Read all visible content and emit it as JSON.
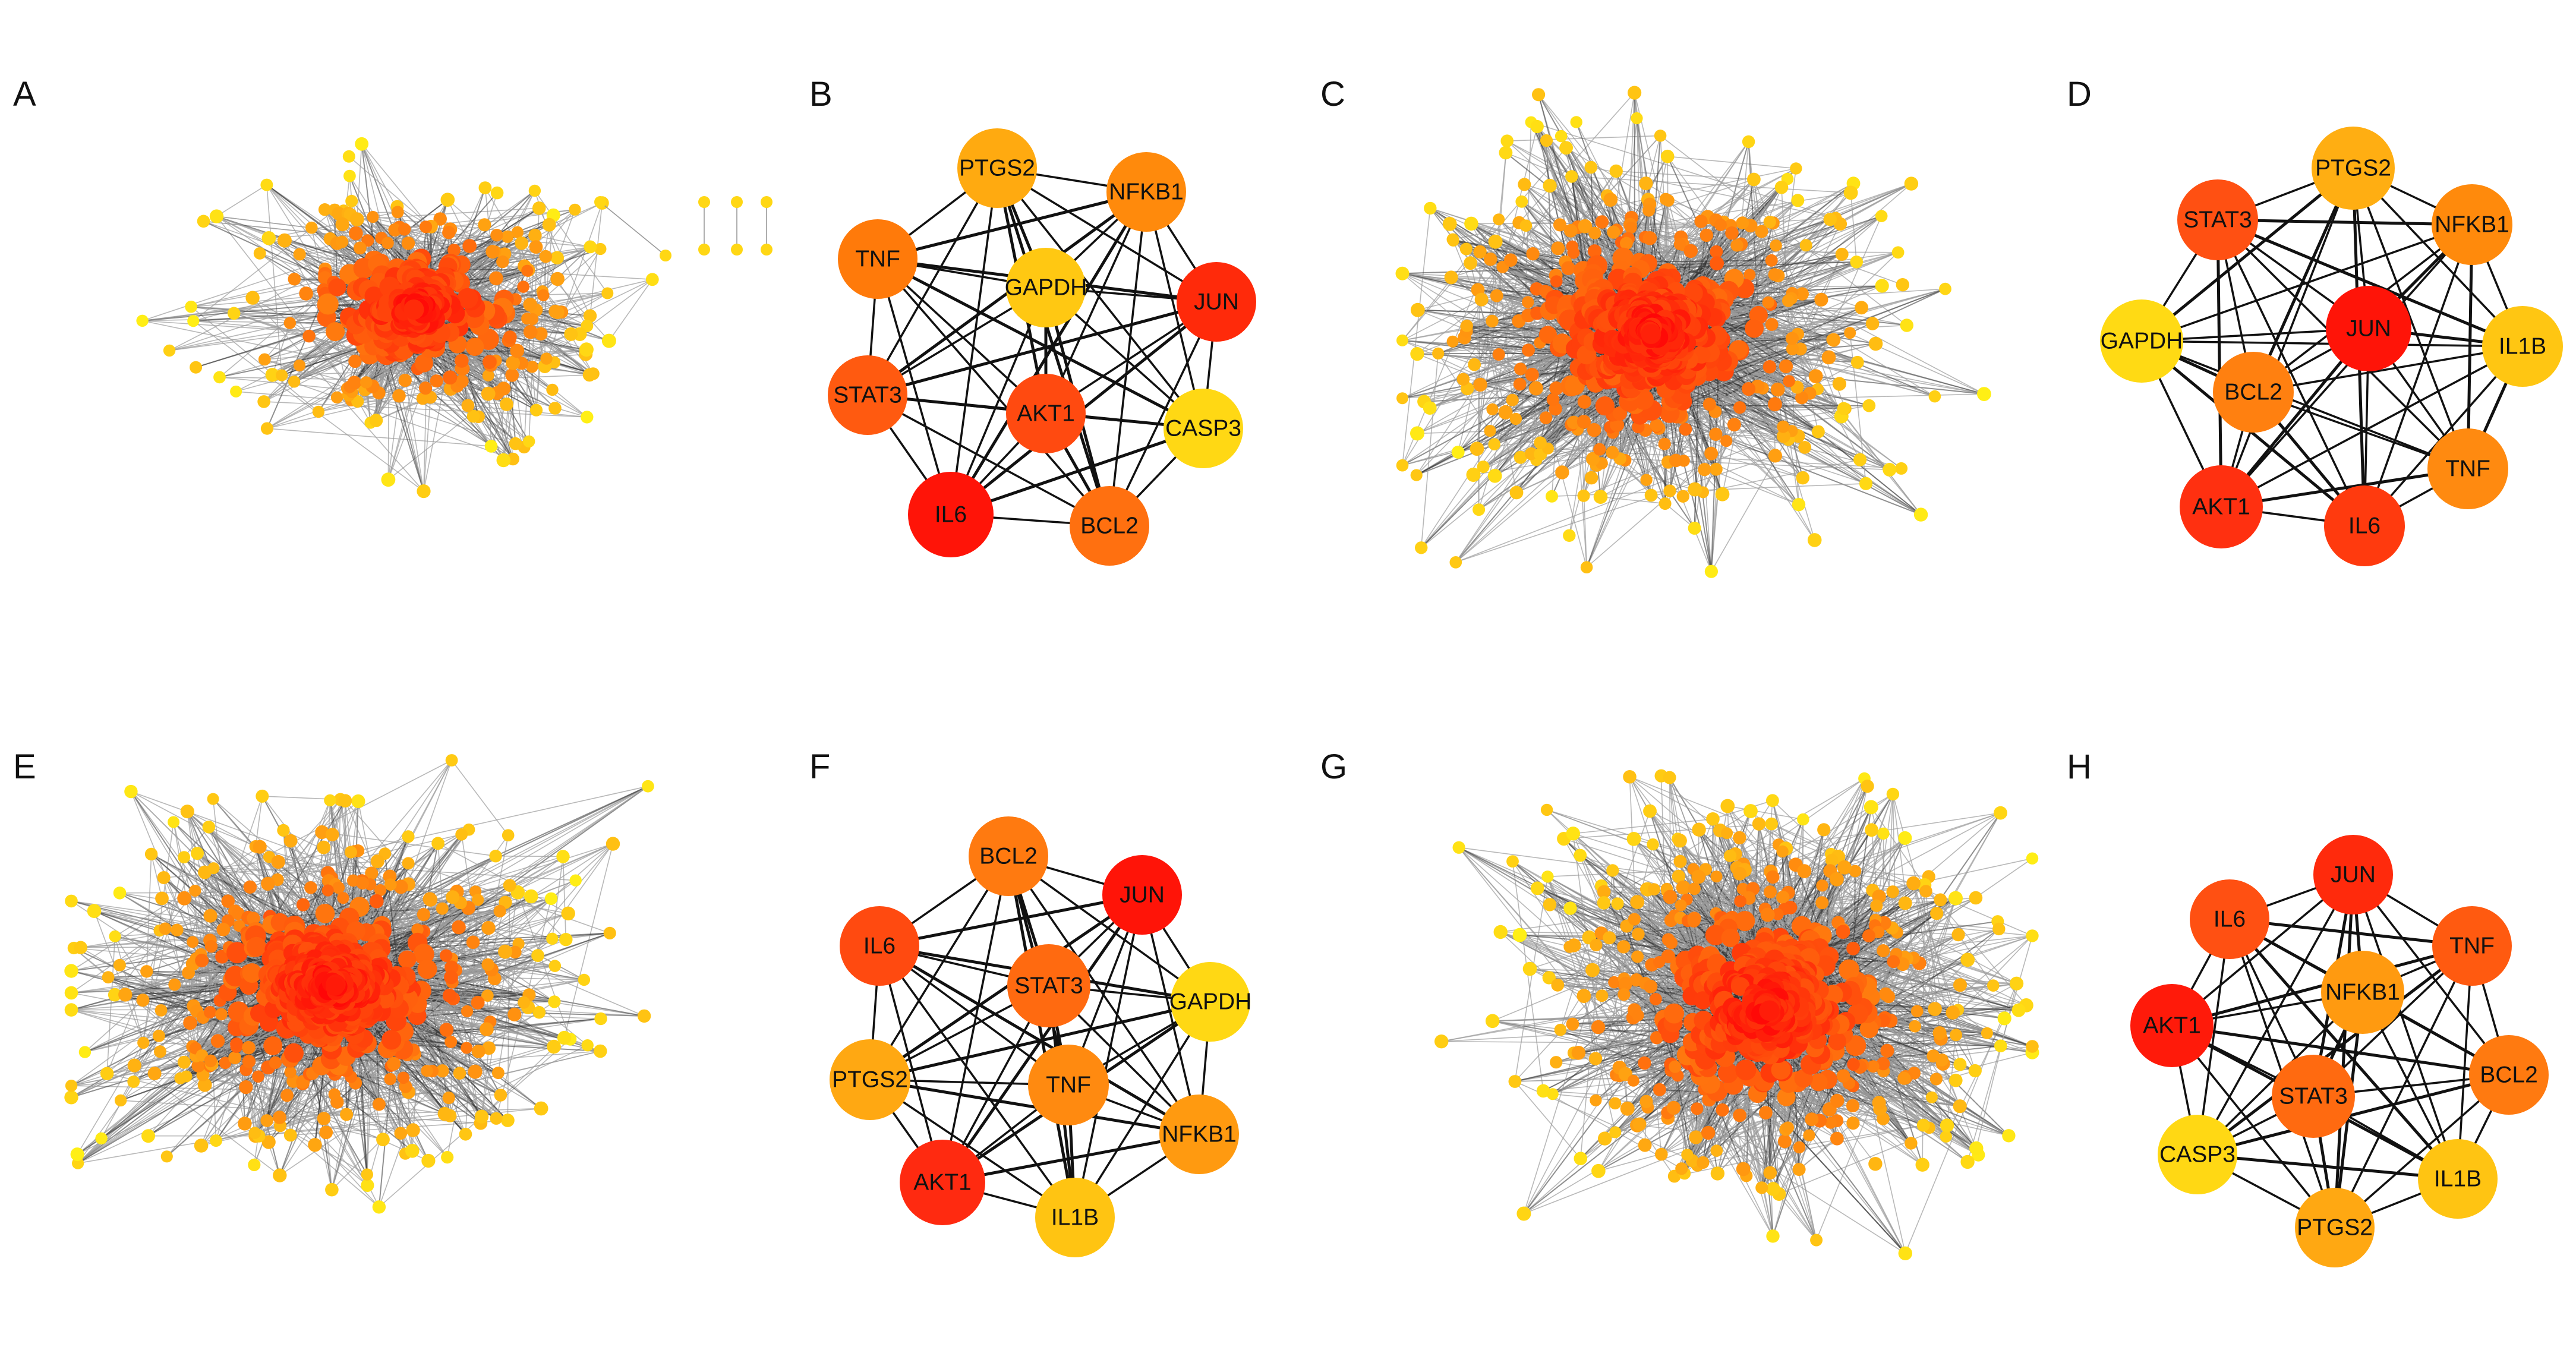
{
  "figure": {
    "panels": [
      {
        "letter": "A",
        "kind": "network"
      },
      {
        "letter": "B",
        "kind": "hub",
        "nodes": [
          {
            "label": "PTGS2",
            "color": "#FFAA10"
          },
          {
            "label": "NFKB1",
            "color": "#FF8A0C"
          },
          {
            "label": "TNF",
            "color": "#FF7A0A"
          },
          {
            "label": "GAPDH",
            "color": "#FFC812"
          },
          {
            "label": "JUN",
            "color": "#FF2A0A"
          },
          {
            "label": "STAT3",
            "color": "#FF5A10"
          },
          {
            "label": "AKT1",
            "color": "#FF4A10"
          },
          {
            "label": "CASP3",
            "color": "#FFD814"
          },
          {
            "label": "IL6",
            "color": "#FF1408"
          },
          {
            "label": "BCL2",
            "color": "#FF7010"
          }
        ]
      },
      {
        "letter": "C",
        "kind": "network"
      },
      {
        "letter": "D",
        "kind": "hub",
        "nodes": [
          {
            "label": "PTGS2",
            "color": "#FFAE12"
          },
          {
            "label": "STAT3",
            "color": "#FF5012"
          },
          {
            "label": "NFKB1",
            "color": "#FF8A0C"
          },
          {
            "label": "GAPDH",
            "color": "#FFDA14"
          },
          {
            "label": "JUN",
            "color": "#FF1408"
          },
          {
            "label": "IL1B",
            "color": "#FFC612"
          },
          {
            "label": "BCL2",
            "color": "#FF8010"
          },
          {
            "label": "TNF",
            "color": "#FF8A10"
          },
          {
            "label": "AKT1",
            "color": "#FF3010"
          },
          {
            "label": "IL6",
            "color": "#FF3A0E"
          }
        ]
      },
      {
        "letter": "E",
        "kind": "network"
      },
      {
        "letter": "F",
        "kind": "hub",
        "nodes": [
          {
            "label": "BCL2",
            "color": "#FF7A10"
          },
          {
            "label": "JUN",
            "color": "#FF1408"
          },
          {
            "label": "IL6",
            "color": "#FF4A10"
          },
          {
            "label": "STAT3",
            "color": "#FF6A10"
          },
          {
            "label": "GAPDH",
            "color": "#FFD814"
          },
          {
            "label": "PTGS2",
            "color": "#FFA812"
          },
          {
            "label": "TNF",
            "color": "#FF8A10"
          },
          {
            "label": "NFKB1",
            "color": "#FF9A10"
          },
          {
            "label": "AKT1",
            "color": "#FF2A10"
          },
          {
            "label": "IL1B",
            "color": "#FFC412"
          }
        ]
      },
      {
        "letter": "G",
        "kind": "network"
      },
      {
        "letter": "H",
        "kind": "hub",
        "nodes": [
          {
            "label": "JUN",
            "color": "#FF2A0C"
          },
          {
            "label": "IL6",
            "color": "#FF5012"
          },
          {
            "label": "TNF",
            "color": "#FF5A10"
          },
          {
            "label": "NFKB1",
            "color": "#FF9A10"
          },
          {
            "label": "AKT1",
            "color": "#FF1A0A"
          },
          {
            "label": "BCL2",
            "color": "#FF7A10"
          },
          {
            "label": "STAT3",
            "color": "#FF6A10"
          },
          {
            "label": "CASP3",
            "color": "#FFD814"
          },
          {
            "label": "IL1B",
            "color": "#FFC412"
          },
          {
            "label": "PTGS2",
            "color": "#FFA812"
          }
        ]
      }
    ]
  }
}
